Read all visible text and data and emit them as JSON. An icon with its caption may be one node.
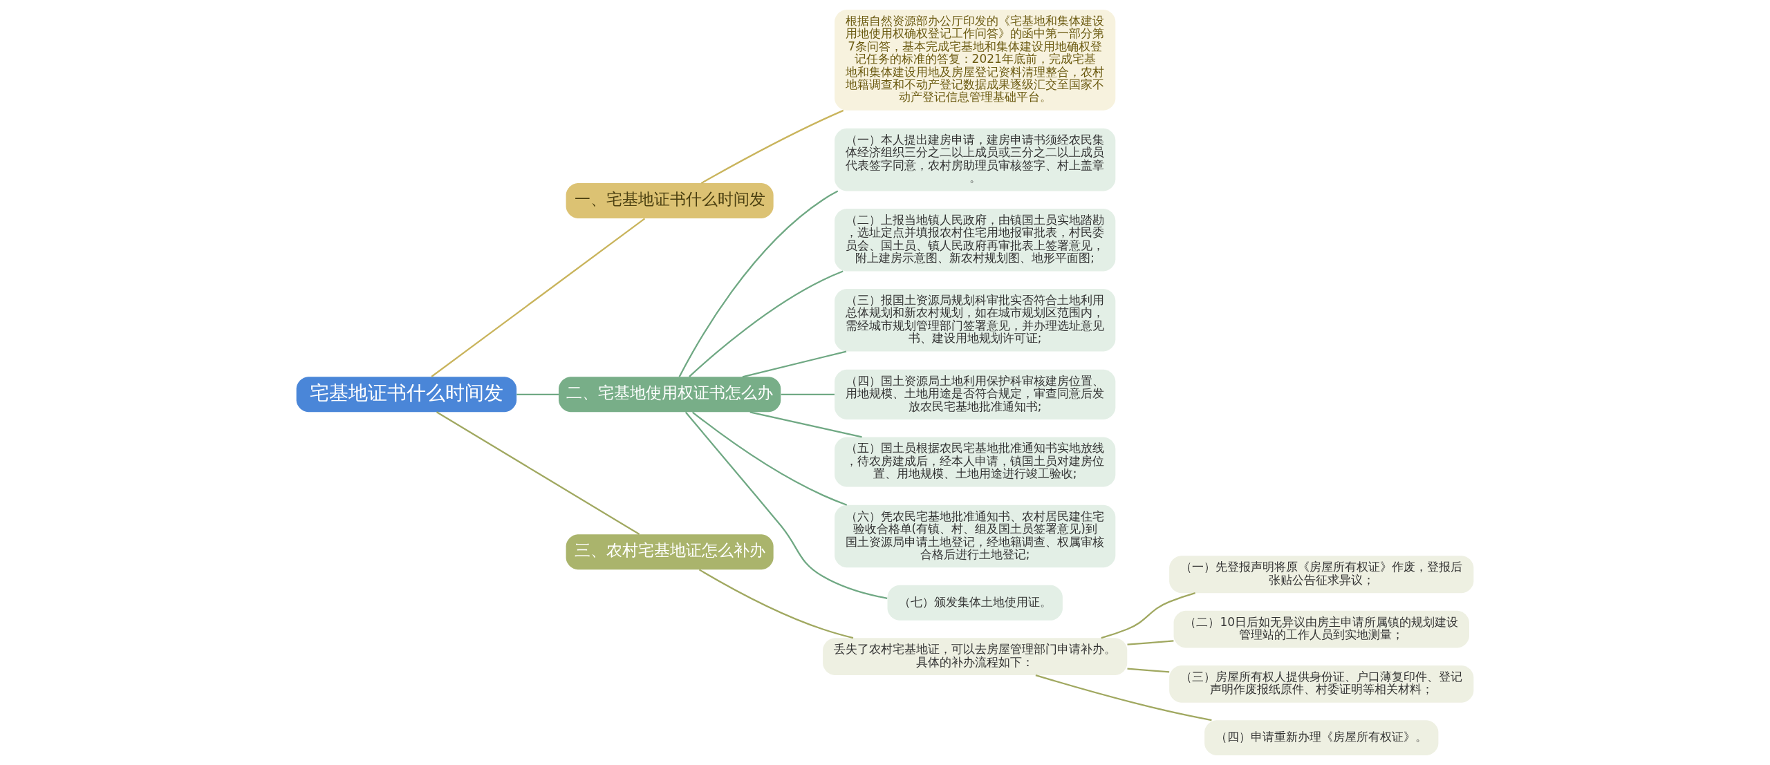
{
  "diagram": {
    "nodes": [
      {
        "text": [
          "宅基地证书什么时间发"
        ]
      },
      {
        "text": [
          "一、宅基地证书什么时间发"
        ]
      },
      {
        "text": [
          "根据自然资源部办公厅印发的《宅基地和集体建设用地使用权确权登记工作问答》的函中第一部分第7条问答，基本完成宅基地和集体建设用地确权登记任务的标准的答复：2021年底前，完成宅基地和集体建设用地及房屋登记资料清理整合，农村地籍调查和不动产登记数据成果逐级汇交至国家不动产登记信息管理基础平台。"
        ]
      },
      {
        "text": [
          "二、宅基地使用权证书怎么办"
        ]
      },
      {
        "text": [
          "（一）本人提出建房申请，建房申请书须经农民集体经济组织三分之二以上成员或三分之二以上成员代表签字同意，农村房助理员审核签字、村上盖章。"
        ]
      },
      {
        "text": [
          "（二）上报当地镇人民政府，由镇国土员实地踏勘，选址定点并填报农村住宅用地报审批表，村民委员会、国土员、镇人民政府再审批表上签署意见，附上建房示意图、新农村规划图、地形平面图;"
        ]
      },
      {
        "text": [
          "（三）报国土资源局规划科审批实否符合土地利用总体规划和新农村规划，如在城市规划区范围内，需经城市规划管理部门签署意见，并办理选址意见书、建设用地规划许可证;"
        ]
      },
      {
        "text": [
          "（四）国土资源局土地利用保护科审核建房位置、用地规模、土地用途是否符合规定，审查同意后发放农民宅基地批准通知书;"
        ]
      },
      {
        "text": [
          "（五）国土员根据农民宅基地批准通知书实地放线，待农房建成后，经本人申请，镇国土员对建房位置、用地规模、土地用途进行竣工验收;"
        ]
      },
      {
        "text": [
          "（六）凭农民宅基地批准通知书、农村居民建住宅验收合格单(有镇、村、组及国土员签署意见)到国土资源局申请土地登记，经地籍调查、权属审核合格后进行土地登记;"
        ]
      },
      {
        "text": [
          "（七）颁发集体土地使用证。"
        ]
      },
      {
        "text": [
          "三、农村宅基地证怎么补办"
        ]
      },
      {
        "text": [
          "丢失了农村宅基地证，可以去房屋管理部门申请补办。具体的补办流程如下："
        ]
      },
      {
        "text": [
          "（一）先登报声明将原《房屋所有权证》作废，登报后张贴公告征求异议；"
        ]
      },
      {
        "text": [
          "（二）10日后如无异议由房主申请所属镇的规划建设管理站的工作人员到实地测量；"
        ]
      },
      {
        "text": [
          "（三）房屋所有权人提供身份证、户口薄复印件、登记声明作废报纸原件、村委证明等相关材料；"
        ]
      },
      {
        "text": [
          "（四）申请重新办理《房屋所有权证》。"
        ]
      }
    ],
    "edges": [
      {
        "from": 0,
        "to": 1,
        "arrow": "none",
        "color": "#c9b45c"
      },
      {
        "from": 1,
        "to": 2,
        "arrow": "none",
        "color": "#c9b45c"
      },
      {
        "from": 0,
        "to": 3,
        "arrow": "none"
      },
      {
        "from": 3,
        "to": 4,
        "arrow": "none"
      },
      {
        "from": 3,
        "to": 5,
        "arrow": "none"
      },
      {
        "from": 3,
        "to": 6,
        "arrow": "none"
      },
      {
        "from": 3,
        "to": 7,
        "arrow": "none"
      },
      {
        "from": 3,
        "to": 8,
        "arrow": "none"
      },
      {
        "from": 3,
        "to": 9,
        "arrow": "none"
      },
      {
        "from": 3,
        "to": 10,
        "arrow": "none"
      },
      {
        "from": 0,
        "to": 11,
        "arrow": "none",
        "color": "#a0a860"
      },
      {
        "from": 11,
        "to": 12,
        "arrow": "none",
        "color": "#a0a860"
      },
      {
        "from": 12,
        "to": 13,
        "arrow": "none",
        "color": "#a0a860"
      },
      {
        "from": 12,
        "to": 14,
        "arrow": "none",
        "color": "#a0a860"
      },
      {
        "from": 12,
        "to": 15,
        "arrow": "none",
        "color": "#a0a860"
      },
      {
        "from": 12,
        "to": 16,
        "arrow": "none",
        "color": "#a0a860"
      }
    ]
  }
}
